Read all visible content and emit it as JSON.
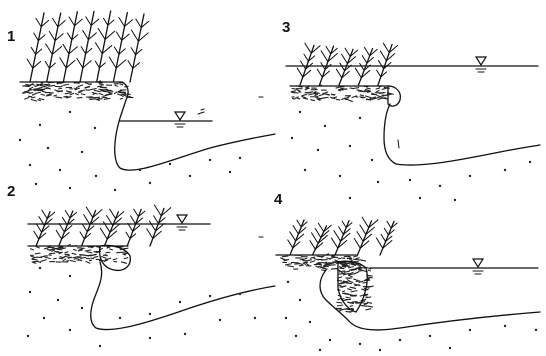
{
  "panels": [
    {
      "label": "1"
    },
    {
      "label": "3"
    },
    {
      "label": "2"
    },
    {
      "label": "4"
    }
  ],
  "icons": {
    "water_level": "water-level-triangle-icon",
    "vegetation": "reed-vegetation-icon"
  }
}
